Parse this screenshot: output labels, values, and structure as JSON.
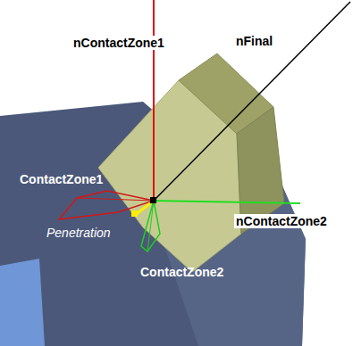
{
  "diagram": {
    "labels": [
      "nContactZone1",
      "nFinal",
      "ContactZone1",
      "nContactZone2",
      "Penetration",
      "ContactZone2"
    ]
  }
}
